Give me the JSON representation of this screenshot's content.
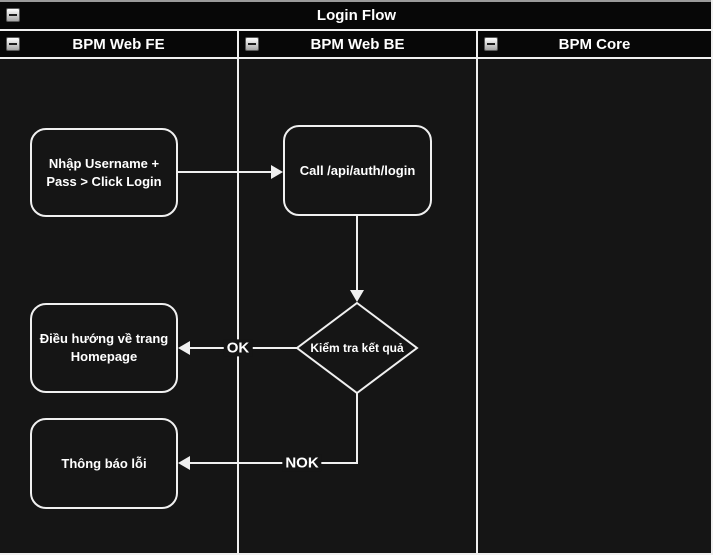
{
  "pool": {
    "title": "Login Flow"
  },
  "lanes": [
    {
      "label": "BPM Web FE"
    },
    {
      "label": "BPM Web BE"
    },
    {
      "label": "BPM Core"
    }
  ],
  "nodes": {
    "input_login": {
      "lines": [
        "Nhập Username +",
        "Pass > Click Login"
      ]
    },
    "call_api": {
      "label": "Call /api/auth/login"
    },
    "check_result": {
      "label": "Kiểm tra kết quả"
    },
    "homepage": {
      "lines": [
        "Điều hướng về trang",
        "Homepage"
      ]
    },
    "error": {
      "label": "Thông báo lỗi"
    }
  },
  "edges": {
    "ok": {
      "label": "OK"
    },
    "nok": {
      "label": "NOK"
    }
  },
  "icons": {
    "collapse": "minus-icon"
  },
  "colors": {
    "canvas": "#151515",
    "header_bg": "#070707",
    "line": "#f0f0f0",
    "top_border": "#9a9a9a",
    "text": "#ffffff"
  }
}
